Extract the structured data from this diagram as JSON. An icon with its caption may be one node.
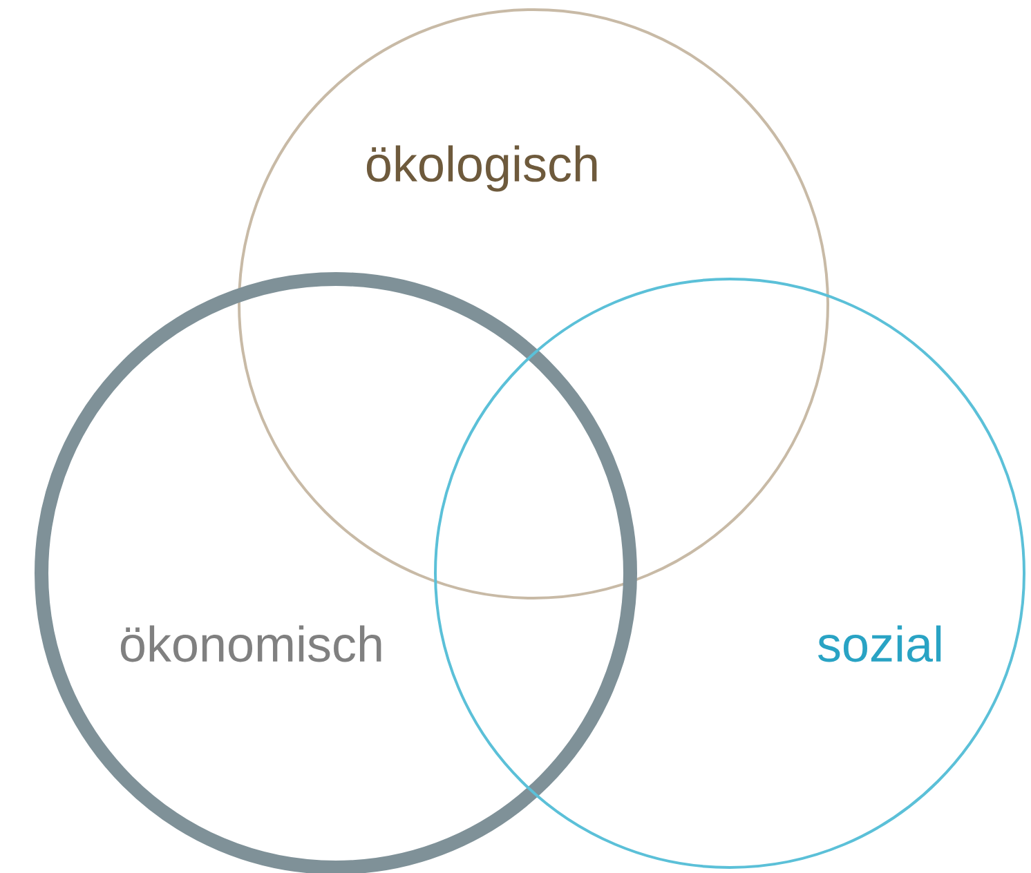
{
  "diagram": {
    "nodes": [
      {
        "text": [
          "ökologisch"
        ]
      },
      {
        "text": [
          "ökonomisch"
        ]
      },
      {
        "text": [
          "sozial"
        ]
      }
    ]
  }
}
